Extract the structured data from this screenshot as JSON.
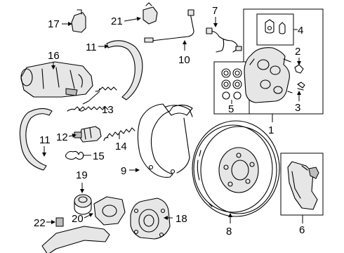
{
  "diagram": {
    "callouts": [
      "1",
      "2",
      "3",
      "4",
      "5",
      "6",
      "7",
      "8",
      "9",
      "10",
      "11",
      "11",
      "12",
      "13",
      "14",
      "15",
      "16",
      "17",
      "18",
      "19",
      "20",
      "21",
      "22"
    ]
  }
}
